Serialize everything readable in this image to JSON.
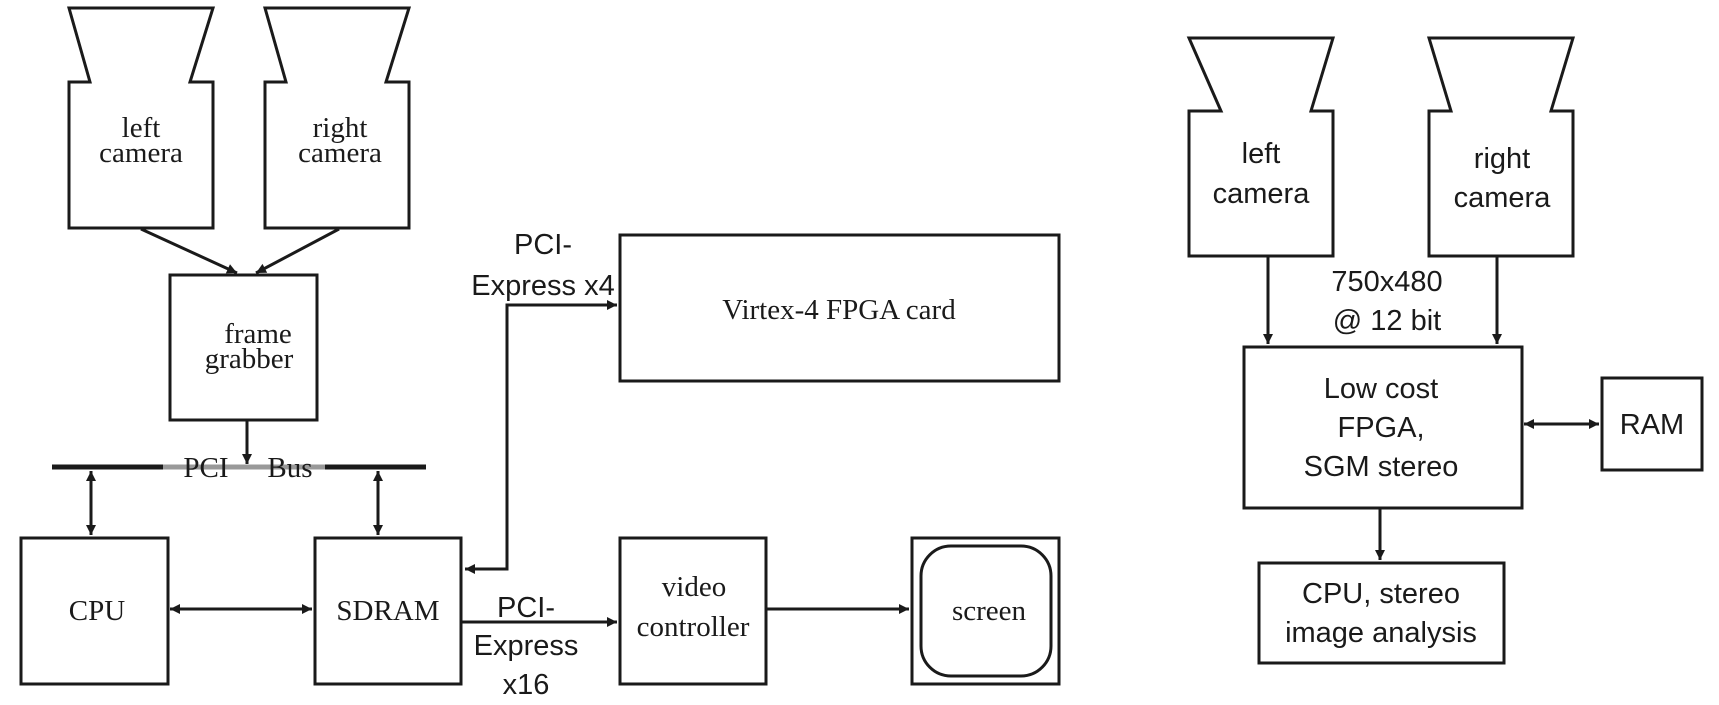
{
  "left_diagram": {
    "left_camera": [
      "left",
      "camera"
    ],
    "right_camera": [
      "right",
      "camera"
    ],
    "frame_grabber": [
      "frame",
      "grabber"
    ],
    "pci_bus": [
      "PCI",
      "Bus"
    ],
    "cpu": "CPU",
    "sdram": "SDRAM",
    "pcie_x4": [
      "PCI-",
      "Express x4"
    ],
    "fpga_card": "Virtex-4 FPGA card",
    "pcie_x16": [
      "PCI-",
      "Express",
      "x16"
    ],
    "video_controller": [
      "video",
      "controller"
    ],
    "screen": "screen"
  },
  "right_diagram": {
    "left_camera": [
      "left",
      "camera"
    ],
    "right_camera": [
      "right",
      "camera"
    ],
    "resolution": [
      "750x480",
      "@ 12 bit"
    ],
    "fpga": [
      "Low cost",
      "FPGA,",
      "SGM stereo"
    ],
    "ram": "RAM",
    "cpu": [
      "CPU, stereo",
      "image analysis"
    ]
  },
  "colors": {
    "line": "#1a1a1a",
    "bus_highlight": "#999999",
    "background": "#ffffff"
  }
}
